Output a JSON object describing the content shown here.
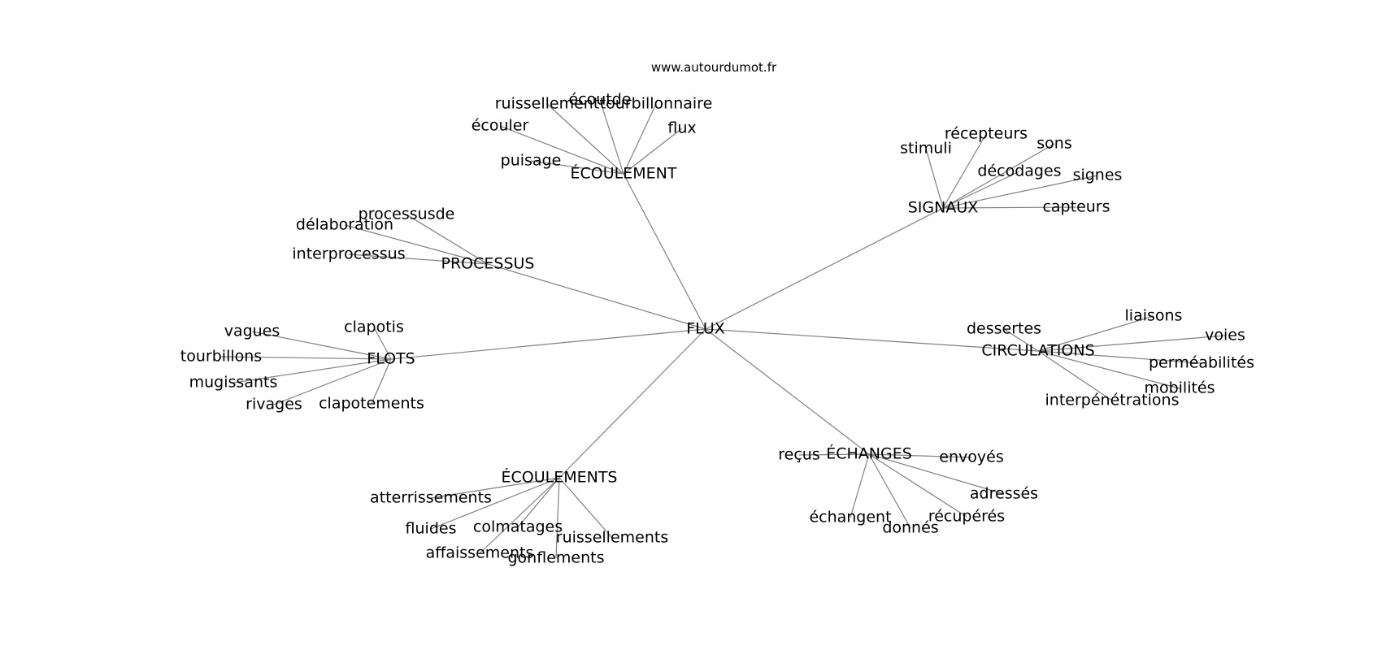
{
  "source": "www.autourdumot.fr",
  "center": "FLUX",
  "clusters": [
    {
      "id": "ecoulement",
      "label": "ÉCOULEMENT",
      "leaves": [
        "ruissellement",
        "écoutde",
        "tourbillonnaire",
        "flux",
        "écouler",
        "puisage"
      ]
    },
    {
      "id": "signaux",
      "label": "SIGNAUX",
      "leaves": [
        "stimuli",
        "récepteurs",
        "sons",
        "décodages",
        "signes",
        "capteurs"
      ]
    },
    {
      "id": "processus",
      "label": "PROCESSUS",
      "leaves": [
        "processusde",
        "délaboration",
        "interprocessus"
      ]
    },
    {
      "id": "flots",
      "label": "FLOTS",
      "leaves": [
        "vagues",
        "clapotis",
        "tourbillons",
        "mugissants",
        "rivages",
        "clapotements"
      ]
    },
    {
      "id": "circulations",
      "label": "CIRCULATIONS",
      "leaves": [
        "dessertes",
        "liaisons",
        "voies",
        "perméabilités",
        "mobilités",
        "interpénétrations"
      ]
    },
    {
      "id": "echanges",
      "label": "ÉCHANGES",
      "leaves": [
        "reçus",
        "envoyés",
        "adressés",
        "récupérés",
        "donnés",
        "échangent"
      ]
    },
    {
      "id": "ecoulements",
      "label": "ÉCOULEMENTS",
      "leaves": [
        "atterrissements",
        "fluides",
        "colmatages",
        "affaissements",
        "gonflements",
        "ruissellements"
      ]
    }
  ]
}
